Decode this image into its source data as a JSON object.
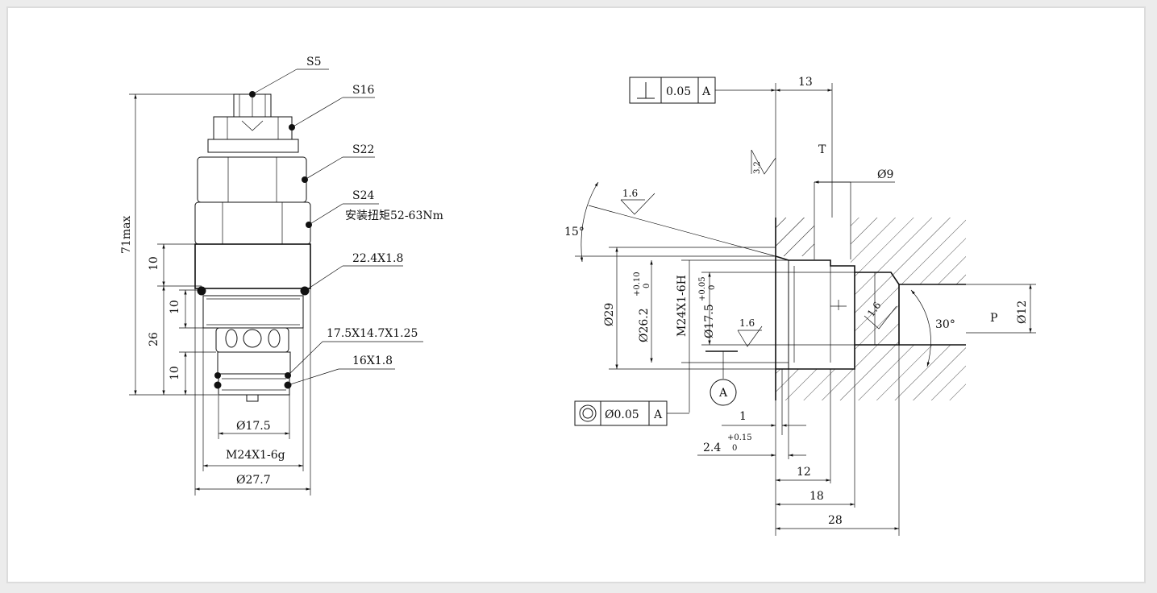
{
  "colors": {
    "line": "#111111",
    "background": "#ffffff",
    "frame": "#dcdcdc"
  },
  "cartridge": {
    "labels": {
      "s5": "S5",
      "s16": "S16",
      "s22": "S22",
      "s24": "S24",
      "torque": "安装扭矩52-63Nm",
      "oring_top": "22.4X1.8",
      "backup_ring": "17.5X14.7X1.25",
      "oring_bottom": "16X1.8"
    },
    "dims": {
      "overall_height": "71max",
      "d10_top": "10",
      "d10_mid": "10",
      "d26": "26",
      "d10_bot": "10",
      "dia_17_5": "Ø17.5",
      "thread": "M24X1-6g",
      "dia_27_7": "Ø27.7"
    }
  },
  "cavity": {
    "tol_top": {
      "symbol": "perpendicularity-icon",
      "value": "0.05",
      "datum": "A"
    },
    "tol_bottom": {
      "symbol": "concentricity-icon",
      "value": "Ø0.05",
      "datum": "A"
    },
    "datum_label": "A",
    "labels": {
      "d13": "13",
      "port_t": "T",
      "port_p": "P",
      "rough_3_2": "3.2",
      "rough_1_6_a": "1.6",
      "rough_1_6_b": "1.6",
      "rough_1_6_c": "1.6",
      "dia_9": "Ø9",
      "angle_15": "15°",
      "angle_30": "30°",
      "dia_29": "Ø29",
      "dia_26_2": "Ø26.2",
      "tol_26_2_upper": "+0.10",
      "tol_26_2_lower": "0",
      "thread": "M24X1-6H",
      "dia_17_5": "Ø17.5",
      "tol_17_5_upper": "+0.05",
      "tol_17_5_lower": "0",
      "dia_12": "Ø12",
      "d1": "1",
      "d2_4": "2.4",
      "tol_2_4_upper": "+0.15",
      "tol_2_4_lower": "0",
      "d12": "12",
      "d18": "18",
      "d28": "28"
    }
  }
}
